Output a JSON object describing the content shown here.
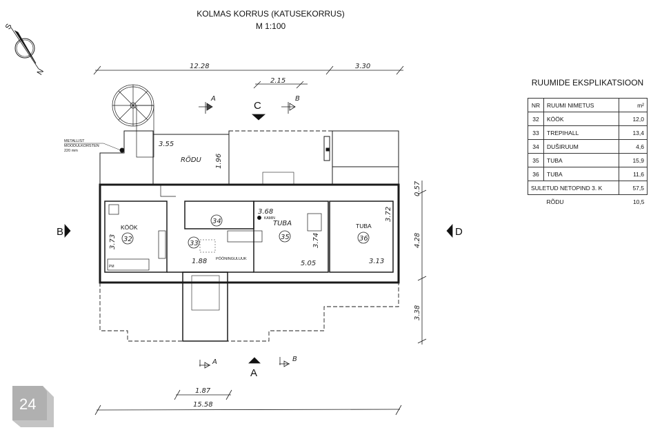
{
  "header": {
    "title": "KOLMAS KORRUS (KATUSEKORRUS)",
    "scale": "M 1:100"
  },
  "compass": {
    "south": "S",
    "north": "N"
  },
  "dimensions": {
    "top_total": "12.28",
    "top_right": "3.30",
    "top_small": "2.15",
    "right_1": "0.57",
    "right_2": "4.28",
    "right_3": "3.38",
    "bottom_small": "1.87",
    "bottom_total": "15.58",
    "rodu_w": "3.55",
    "rodu_h": "1.96",
    "kook_h": "3.73",
    "hall_w": "1.88",
    "tuba35_w": "3.68",
    "tuba35_w2": "5.05",
    "tuba35_h": "3.74",
    "tuba36_h": "3.72",
    "tuba36_w": "3.13"
  },
  "sections": {
    "a": "A",
    "b": "B",
    "c": "C",
    "d": "D"
  },
  "notes": {
    "chimney_1": "METALLIST",
    "chimney_2": "MOODULKORSTEN",
    "chimney_3": "220 mm",
    "attic_hatch": "PÖÖNINGULUUK",
    "fireplace": "KAMIN",
    "fridge": "PM"
  },
  "rooms": {
    "rodu": "RÕDU",
    "kook": "KÖÖK",
    "kook_nr": "32",
    "hall_nr": "33",
    "dush_nr": "34",
    "tuba35": "TUBA",
    "tuba35_nr": "35",
    "tuba36": "TUBA",
    "tuba36_nr": "36"
  },
  "explication": {
    "title": "RUUMIDE EKSPLIKATSIOON",
    "headers": {
      "nr": "NR",
      "name": "RUUMI NIMETUS",
      "area": "m²"
    },
    "rows": [
      {
        "nr": "32",
        "name": "KÖÖK",
        "area": "12,0"
      },
      {
        "nr": "33",
        "name": "TREPIHALL",
        "area": "13,4"
      },
      {
        "nr": "34",
        "name": "DUŠIRUUM",
        "area": "4,6"
      },
      {
        "nr": "35",
        "name": "TUBA",
        "area": "15,9"
      },
      {
        "nr": "36",
        "name": "TUBA",
        "area": "11,6"
      }
    ],
    "total_label": "SULETUD NETOPIND 3. K",
    "total_area": "57,5",
    "balcony_label": "RÕDU",
    "balcony_area": "10,5"
  },
  "page": {
    "number": "24"
  }
}
